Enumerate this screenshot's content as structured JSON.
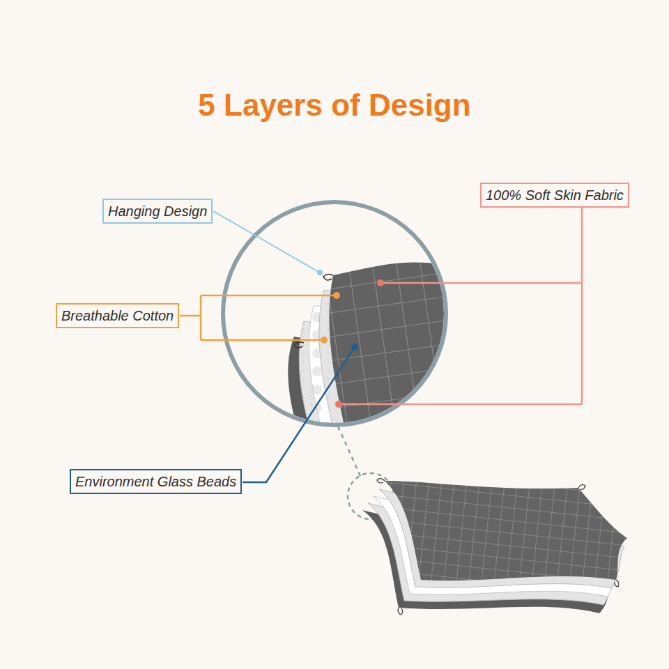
{
  "diagram": {
    "title": "5 Layers of Design",
    "nodes": [
      {
        "text": [
          "Hanging Design"
        ]
      },
      {
        "text": [
          "100% Soft Skin Fabric"
        ]
      },
      {
        "text": [
          "Breathable Cotton"
        ]
      },
      {
        "text": [
          "Environment Glass Beads"
        ]
      }
    ]
  }
}
